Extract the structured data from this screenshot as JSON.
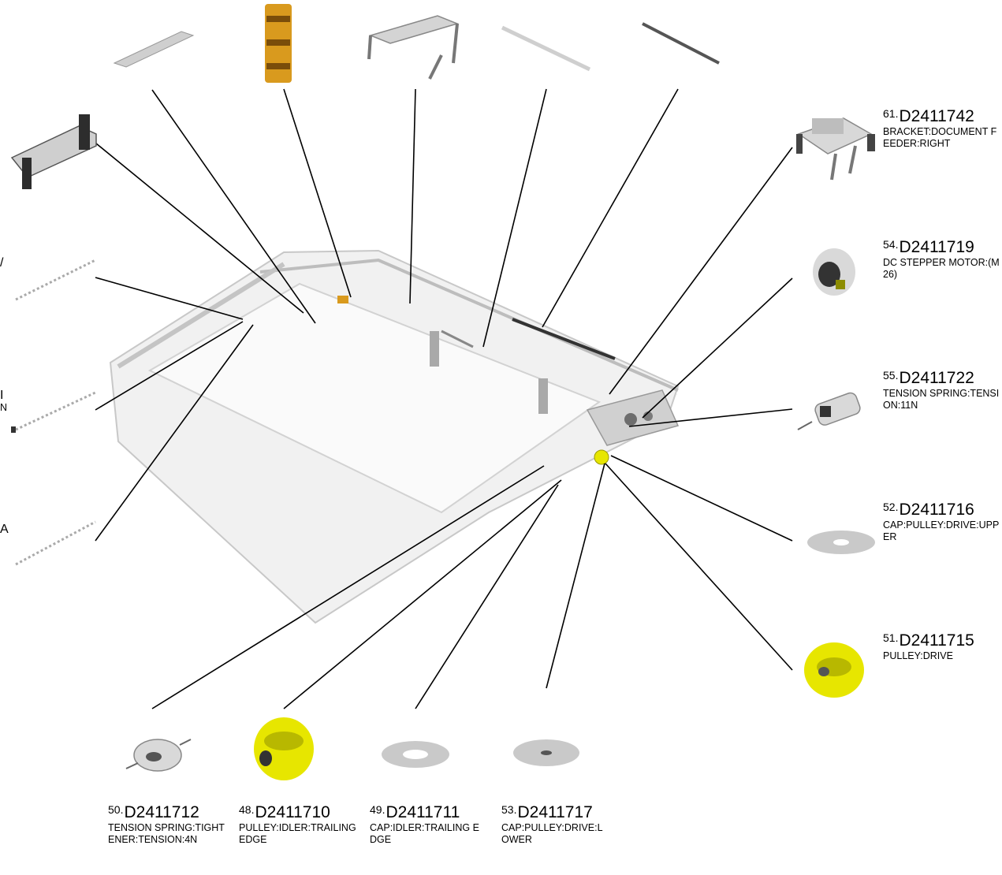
{
  "colors": {
    "line": "#000000",
    "frame_fill": "#f1f1f1",
    "frame_stroke": "#bdbdbd",
    "part_gray": "#c9c9c9",
    "part_dark": "#555555",
    "yellow": "#e7e600",
    "orange": "#d99a1e"
  },
  "parts": [
    {
      "index": "61.",
      "number": "D2411742",
      "description": "BRACKET:DOCUMENT FEEDER:RIGHT",
      "icon": "bracket-icon"
    },
    {
      "index": "54.",
      "number": "D2411719",
      "description": "DC STEPPER MOTOR:(M26)",
      "icon": "motor-icon"
    },
    {
      "index": "55.",
      "number": "D2411722",
      "description": "TENSION SPRING:TENSION:11N",
      "icon": "spring-icon"
    },
    {
      "index": "52.",
      "number": "D2411716",
      "description": "CAP:PULLEY:DRIVE:UPPER",
      "icon": "washer-icon"
    },
    {
      "index": "51.",
      "number": "D2411715",
      "description": "PULLEY:DRIVE",
      "icon": "pulley-icon"
    },
    {
      "index": "50.",
      "number": "D2411712",
      "description": "TENSION SPRING:TIGHTENER:TENSION:4N",
      "icon": "spring-icon"
    },
    {
      "index": "48.",
      "number": "D2411710",
      "description": "PULLEY:IDLER:TRAILING EDGE",
      "icon": "pulley-icon"
    },
    {
      "index": "49.",
      "number": "D2411711",
      "description": "CAP:IDLER:TRAILING EDGE",
      "icon": "washer-icon"
    },
    {
      "index": "53.",
      "number": "D2411717",
      "description": "CAP:PULLEY:DRIVE:LOWER",
      "icon": "washer-icon"
    }
  ],
  "unlabeled_parts": [
    {
      "icon": "plate-icon"
    },
    {
      "icon": "gear-stack-icon"
    },
    {
      "icon": "bracket-icon"
    },
    {
      "icon": "rod-icon"
    },
    {
      "icon": "shaft-icon"
    },
    {
      "icon": "cover-icon"
    },
    {
      "icon": "rail-icon"
    },
    {
      "icon": "rail-icon"
    },
    {
      "icon": "rail-icon"
    }
  ],
  "partial_edge_text": [
    "/",
    "I",
    "N",
    "A"
  ]
}
